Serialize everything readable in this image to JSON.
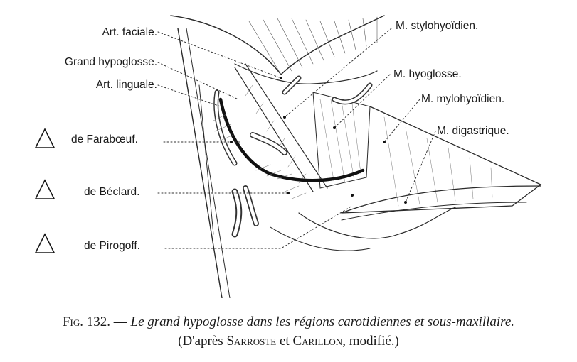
{
  "labels": {
    "art_faciale": "Art. faciale.",
    "grand_hypoglosse": "Grand hypoglosse.",
    "art_linguale": "Art. linguale.",
    "farabeuf": "de Farabœuf.",
    "beclard": "de Béclard.",
    "pirogoff": "de Pirogoff.",
    "stylohyoidien": "M. stylohyoïdien.",
    "hyoglosse": "M. hyoglosse.",
    "mylohyoidien": "M. mylohyoïdien.",
    "digastrique": "M. digastrique."
  },
  "caption": {
    "fig_label": "Fig. 132.",
    "dash": " — ",
    "title": "Le grand hypoglosse dans les régions carotidiennes et sous-maxillaire.",
    "source_open": "(D'après ",
    "author1": "Sarroste",
    "conj": " et ",
    "author2": "Carillon",
    "source_close": ", modifié.)"
  }
}
